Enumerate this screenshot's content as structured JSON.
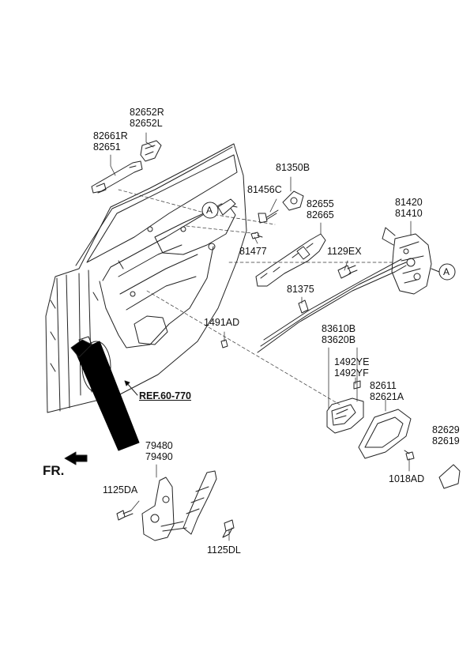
{
  "diagram": {
    "callout_marker": "A",
    "direction_label": "FR.",
    "reference": "REF.60-770",
    "labels": {
      "p82652R": "82652R",
      "p82652L": "82652L",
      "p82661R": "82661R",
      "p82651": "82651",
      "p81350B": "81350B",
      "p81456C": "81456C",
      "p82655": "82655",
      "p82665": "82665",
      "p81420": "81420",
      "p81410": "81410",
      "p81477": "81477",
      "p1129EX": "1129EX",
      "p81375": "81375",
      "p1491AD": "1491AD",
      "p83610B": "83610B",
      "p83620B": "83620B",
      "p1492YE": "1492YE",
      "p1492YF": "1492YF",
      "p82611": "82611",
      "p82621A": "82621A",
      "p82629": "82629",
      "p82619": "82619",
      "p1018AD": "1018AD",
      "p79480": "79480",
      "p79490": "79490",
      "p1125DA": "1125DA",
      "p1125DL": "1125DL"
    }
  }
}
